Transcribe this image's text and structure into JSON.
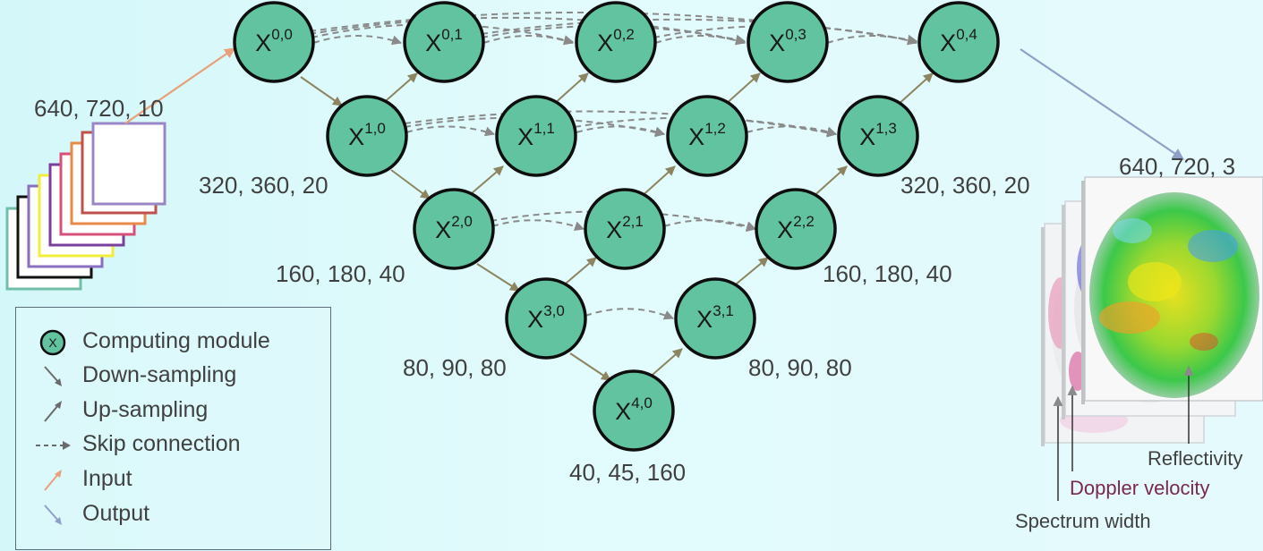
{
  "nodes": [
    {
      "id": "0,0",
      "base": "X",
      "sup": "0,0"
    },
    {
      "id": "0,1",
      "base": "X",
      "sup": "0,1"
    },
    {
      "id": "0,2",
      "base": "X",
      "sup": "0,2"
    },
    {
      "id": "0,3",
      "base": "X",
      "sup": "0,3"
    },
    {
      "id": "0,4",
      "base": "X",
      "sup": "0,4"
    },
    {
      "id": "1,0",
      "base": "X",
      "sup": "1,0"
    },
    {
      "id": "1,1",
      "base": "X",
      "sup": "1,1"
    },
    {
      "id": "1,2",
      "base": "X",
      "sup": "1,2"
    },
    {
      "id": "1,3",
      "base": "X",
      "sup": "1,3"
    },
    {
      "id": "2,0",
      "base": "X",
      "sup": "2,0"
    },
    {
      "id": "2,1",
      "base": "X",
      "sup": "2,1"
    },
    {
      "id": "2,2",
      "base": "X",
      "sup": "2,2"
    },
    {
      "id": "3,0",
      "base": "X",
      "sup": "3,0"
    },
    {
      "id": "3,1",
      "base": "X",
      "sup": "3,1"
    },
    {
      "id": "4,0",
      "base": "X",
      "sup": "4,0"
    }
  ],
  "dimensions": {
    "input": "640, 720, 10",
    "level1_left": "320, 360, 20",
    "level1_right": "320, 360, 20",
    "level2_left": "160, 180, 40",
    "level2_right": "160, 180, 40",
    "level3_left": "80, 90, 80",
    "level3_right": "80, 90, 80",
    "level4": "40, 45, 160",
    "output": "640, 720, 3"
  },
  "legend": {
    "module_symbol": "X",
    "items": [
      {
        "label": "Computing module",
        "icon": "computing-module-icon"
      },
      {
        "label": "Down-sampling",
        "icon": "down-sampling-arrow-icon"
      },
      {
        "label": "Up-sampling",
        "icon": "up-sampling-arrow-icon"
      },
      {
        "label": "Skip connection",
        "icon": "skip-connection-arrow-icon"
      },
      {
        "label": "Input",
        "icon": "input-arrow-icon"
      },
      {
        "label": "Output",
        "icon": "output-arrow-icon"
      }
    ]
  },
  "output_fields": {
    "reflectivity": "Reflectivity",
    "doppler_velocity": "Doppler velocity",
    "spectrum_width": "Spectrum width"
  },
  "colors": {
    "node_fill": "#62c3a0",
    "node_stroke": "#0e0e0e",
    "down_sampling": "#8c8560",
    "up_sampling": "#8c8560",
    "skip_connection": "#8a8a8a",
    "input_arrow": "#e8a07a",
    "output_arrow": "#8fa0c8",
    "doppler_label": "#7a2850",
    "input_frames": [
      "#72bfa8",
      "#111111",
      "#8a6fc0",
      "#f2ee3a",
      "#7a3f9c",
      "#d8507a",
      "#e88a4a",
      "#c0504a",
      "#9a86c4"
    ]
  }
}
